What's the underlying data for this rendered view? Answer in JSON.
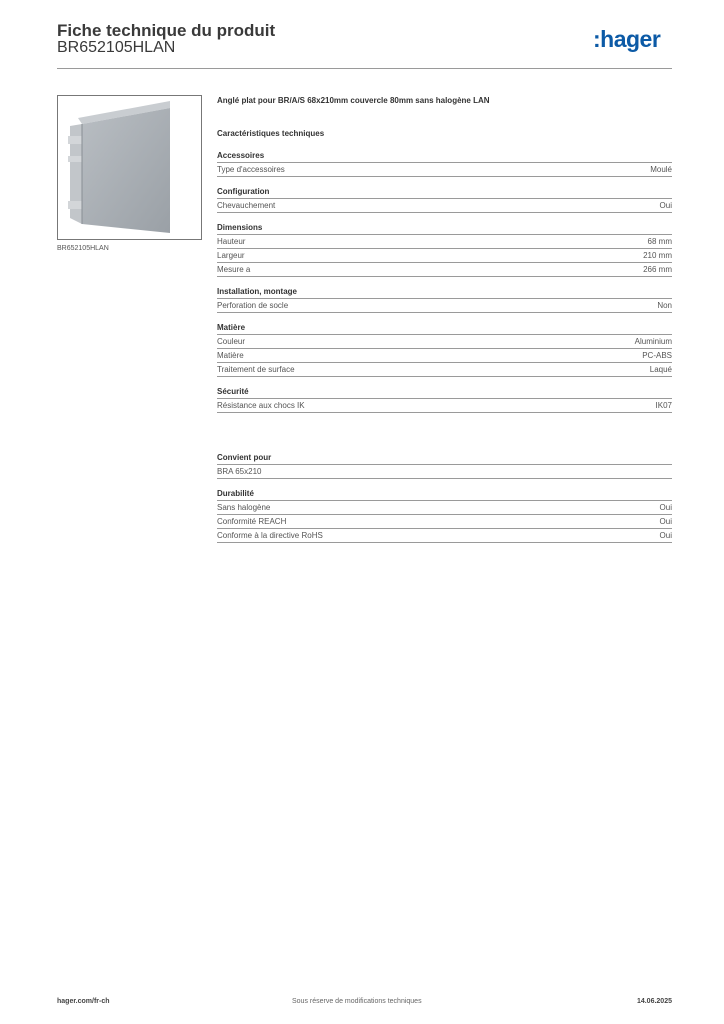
{
  "header": {
    "title": "Fiche technique du produit",
    "product_code": "BR652105HLAN",
    "logo_text": ":hager",
    "logo_color": "#0c5aa6"
  },
  "image": {
    "caption": "BR652105HLAN",
    "icon": "cable-trunking-cover-image"
  },
  "description": "Anglé plat pour BR/A/S 68x210mm couvercle 80mm sans halogène LAN",
  "tech_title": "Caractéristiques techniques",
  "groups": [
    {
      "title": "Accessoires",
      "rows": [
        {
          "label": "Type d'accessoires",
          "value": "Moulé"
        }
      ]
    },
    {
      "title": "Configuration",
      "rows": [
        {
          "label": "Chevauchement",
          "value": "Oui"
        }
      ]
    },
    {
      "title": "Dimensions",
      "rows": [
        {
          "label": "Hauteur",
          "value": "68 mm"
        },
        {
          "label": "Largeur",
          "value": "210 mm"
        },
        {
          "label": "Mesure a",
          "value": "266 mm"
        }
      ]
    },
    {
      "title": "Installation, montage",
      "rows": [
        {
          "label": "Perforation de socle",
          "value": "Non"
        }
      ]
    },
    {
      "title": "Matière",
      "rows": [
        {
          "label": "Couleur",
          "value": "Aluminium"
        },
        {
          "label": "Matière",
          "value": "PC-ABS"
        },
        {
          "label": "Traitement de surface",
          "value": "Laqué"
        }
      ]
    },
    {
      "title": "Sécurité",
      "rows": [
        {
          "label": "Résistance aux chocs IK",
          "value": "IK07"
        }
      ]
    }
  ],
  "groups2": [
    {
      "title": "Convient pour",
      "rows": [
        {
          "label": "BRA 65x210",
          "value": ""
        }
      ]
    },
    {
      "title": "Durabilité",
      "rows": [
        {
          "label": "Sans halogène",
          "value": "Oui"
        },
        {
          "label": "Conformité REACH",
          "value": "Oui"
        },
        {
          "label": "Conforme à la directive RoHS",
          "value": "Oui"
        }
      ]
    }
  ],
  "footer": {
    "website": "hager.com/fr-ch",
    "notice": "Sous réserve de modifications techniques",
    "date": "14.06.2025"
  }
}
